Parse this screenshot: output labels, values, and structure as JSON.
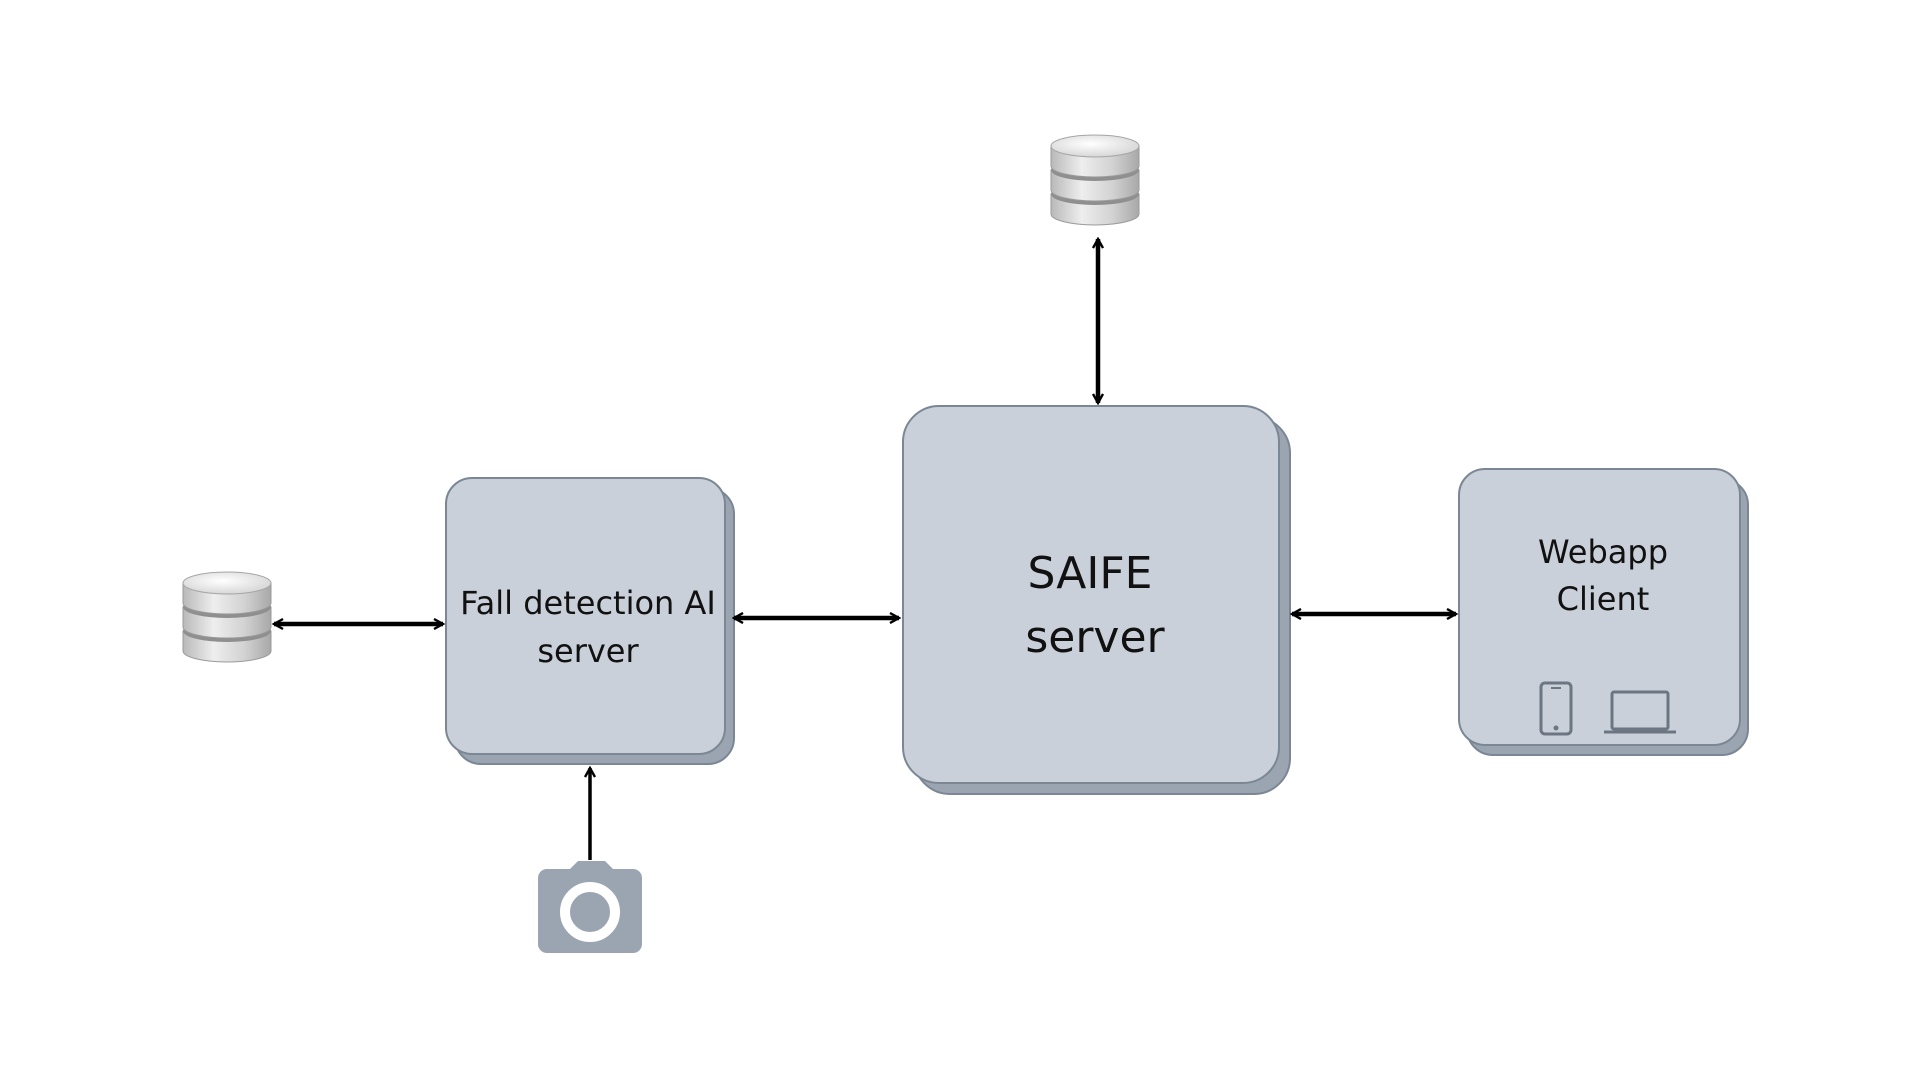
{
  "nodes": {
    "fall_detection": {
      "label_line1": "Fall detection AI",
      "label_line2": "server"
    },
    "saife": {
      "label_line1": "SAIFE",
      "label_line2": "server"
    },
    "webapp": {
      "label_line1": "Webapp",
      "label_line2": "Client"
    }
  },
  "icons": {
    "left_database": "database-icon",
    "top_database": "database-icon",
    "camera": "camera-icon",
    "phone": "smartphone-icon",
    "laptop": "laptop-icon"
  },
  "colors": {
    "box_fill": "#c9d0d9",
    "box_shadow": "#9aa5b1",
    "box_stroke": "#7b8794",
    "arrow": "#000000",
    "camera": "#9aa5b1",
    "device": "#6b7682"
  }
}
